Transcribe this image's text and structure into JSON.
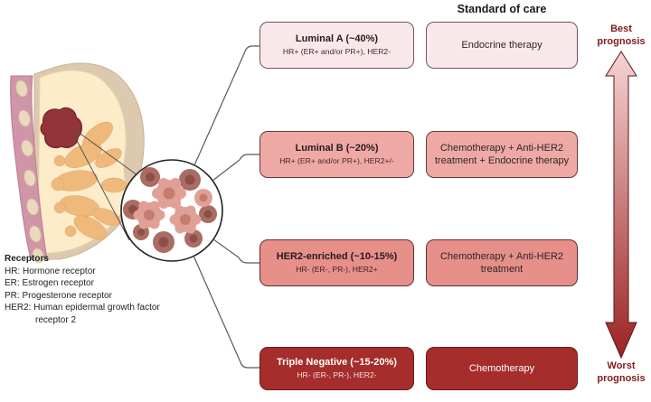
{
  "header": {
    "standard_of_care": "Standard of care"
  },
  "prognosis": {
    "best": "Best prognosis",
    "worst": "Worst prognosis",
    "label_color": "#7d1b1b",
    "arrow_top_color": "#f6d4d4",
    "arrow_bottom_color": "#9a2322"
  },
  "legend": {
    "title": "Receptors",
    "items": [
      "HR: Hormone receptor",
      "ER: Estrogen receptor",
      "PR: Progesterone receptor",
      "HER2: Human epidermal growth factor receptor 2"
    ]
  },
  "subtypes": [
    {
      "name": "Luminal A (~40%)",
      "receptors": "HR+ (ER+ and/or PR+), HER2-",
      "treatment": "Endocrine therapy",
      "fill": "#f9e8e9",
      "border": "#75555b",
      "name_color": "#241c1d",
      "receptors_color": "#44282b",
      "treatment_color": "#2c2626"
    },
    {
      "name": "Luminal B (~20%)",
      "receptors": "HR+ (ER+ and/or PR+), HER2+/-",
      "treatment": "Chemotherapy + Anti-HER2 treatment + Endocrine therapy",
      "fill": "#efa9a5",
      "border": "#643a40",
      "name_color": "#241c1d",
      "receptors_color": "#44282b",
      "treatment_color": "#2c2626"
    },
    {
      "name": "HER2-enriched (~10-15%)",
      "receptors": "HR- (ER-, PR-), HER2+",
      "treatment": "Chemotherapy + Anti-HER2 treatment",
      "fill": "#e78f89",
      "border": "#5d3136",
      "name_color": "#241c1d",
      "receptors_color": "#3e2326",
      "treatment_color": "#2c2626"
    },
    {
      "name": "Triple Negative (~15-20%)",
      "receptors": "HR- (ER-, PR-), HER2-",
      "treatment": "Chemotherapy",
      "fill": "#a52d2b",
      "border": "#701a1c",
      "name_color": "#ffffff",
      "receptors_color": "#f6e2e2",
      "treatment_color": "#ffffff"
    }
  ]
}
